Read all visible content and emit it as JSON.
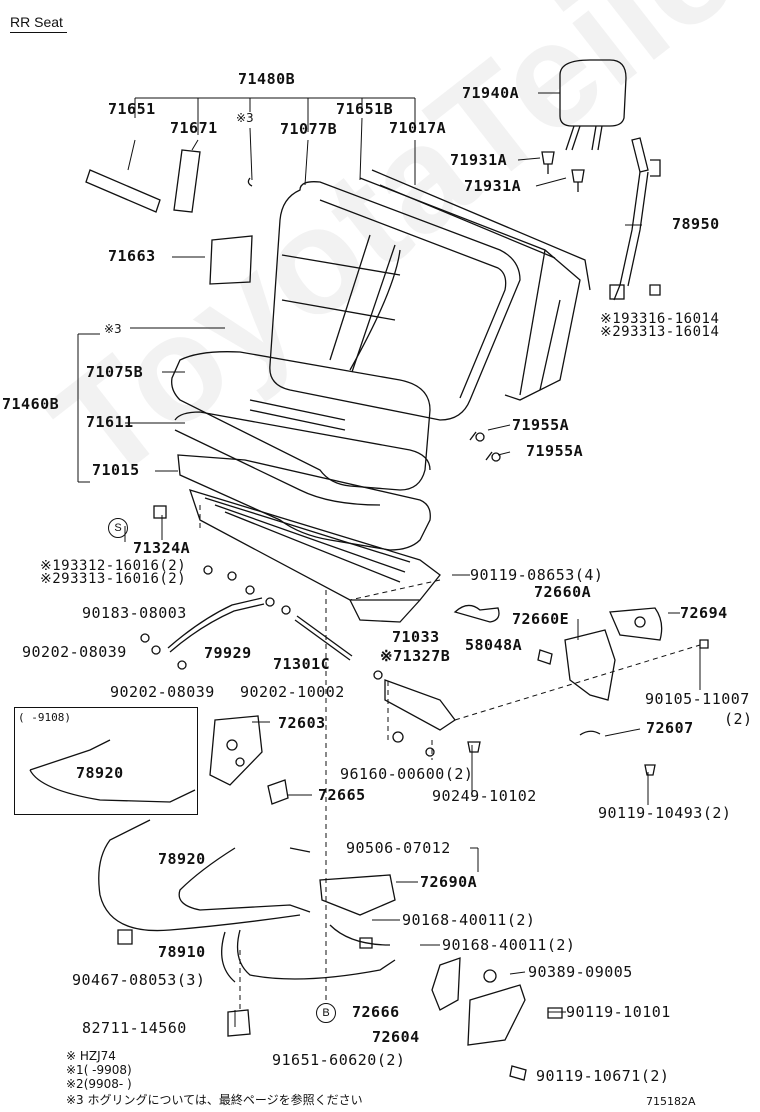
{
  "title": "RR Seat",
  "watermark": "ToyotaTeile.eu",
  "figure_id": "715182A",
  "inset_label": "(      -9108)",
  "circled": {
    "s": "S",
    "b": "B"
  },
  "labels": {
    "p71480B": "71480B",
    "p71651": "71651",
    "p71671": "71671",
    "n3a": "※3",
    "p71651B": "71651B",
    "p71077B": "71077B",
    "p71017A": "71017A",
    "p71940A": "71940A",
    "p71931A_1": "71931A",
    "p71931A_2": "71931A",
    "p78950": "78950",
    "p71663": "71663",
    "p93316": "※193316-16014",
    "p93313a": "※293313-16014",
    "n3b": "※3",
    "p71075B": "71075B",
    "p71460B": "71460B",
    "p71611": "71611",
    "p71015": "71015",
    "p71955A_1": "71955A",
    "p71955A_2": "71955A",
    "p71324A": "71324A",
    "p93312": "※193312-16016(2)",
    "p93313b": "※293313-16016(2)",
    "p90119_08653": "90119-08653(4)",
    "p72660A": "72660A",
    "p90183": "90183-08003",
    "p72660E": "72660E",
    "p72694": "72694",
    "p71033": "71033",
    "p58048A": "58048A",
    "p90202_08039a": "90202-08039",
    "p79929": "79929",
    "p71301C": "71301C",
    "p71327B": "※71327B",
    "p90105": "90105-11007",
    "p90105q": "(2)",
    "p90202_08039b": "90202-08039",
    "p90202_10002": "90202-10002",
    "p72603": "72603",
    "p72607": "72607",
    "p78920a": "78920",
    "p96160": "96160-00600(2)",
    "p72665": "72665",
    "p90249": "90249-10102",
    "p90119_10493": "90119-10493(2)",
    "p90506": "90506-07012",
    "p78920b": "78920",
    "p72690A": "72690A",
    "p90168a": "90168-40011(2)",
    "p78910": "78910",
    "p90168b": "90168-40011(2)",
    "p90467": "90467-08053(3)",
    "p90389": "90389-09005",
    "p72666": "72666",
    "p90119_10101": "90119-10101",
    "p82711": "82711-14560",
    "p72604": "72604",
    "p91651": "91651-60620(2)",
    "p90119_10671": "90119-10671(2)"
  },
  "notes": {
    "n1": "※  HZJ74",
    "n2": "※1(      -9908)",
    "n3": "※2(9908-    )",
    "n4": "※3 ホグリングについては、最終ページを参照ください"
  }
}
